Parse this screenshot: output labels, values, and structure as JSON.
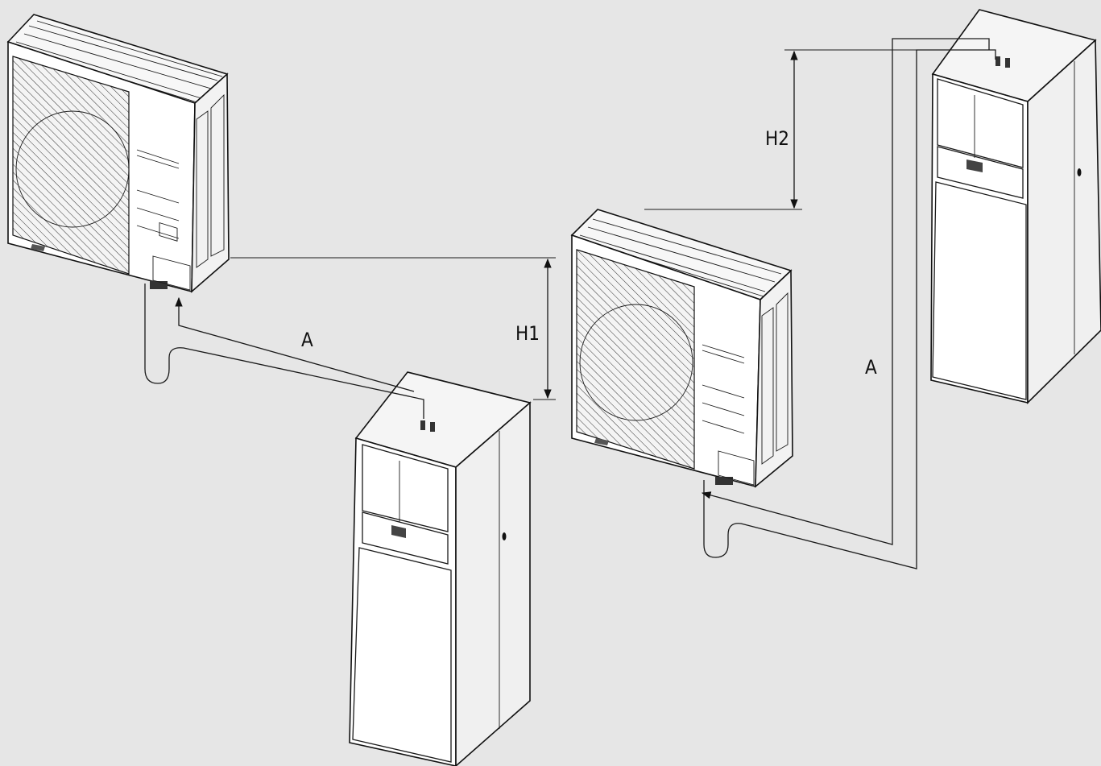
{
  "labels": {
    "a_left": "A",
    "a_right": "A",
    "h1": "H1",
    "h2": "H2"
  },
  "colors": {
    "background": "#e6e6e6",
    "panel_fill": "#ffffff",
    "line": "#1a1a1a"
  }
}
